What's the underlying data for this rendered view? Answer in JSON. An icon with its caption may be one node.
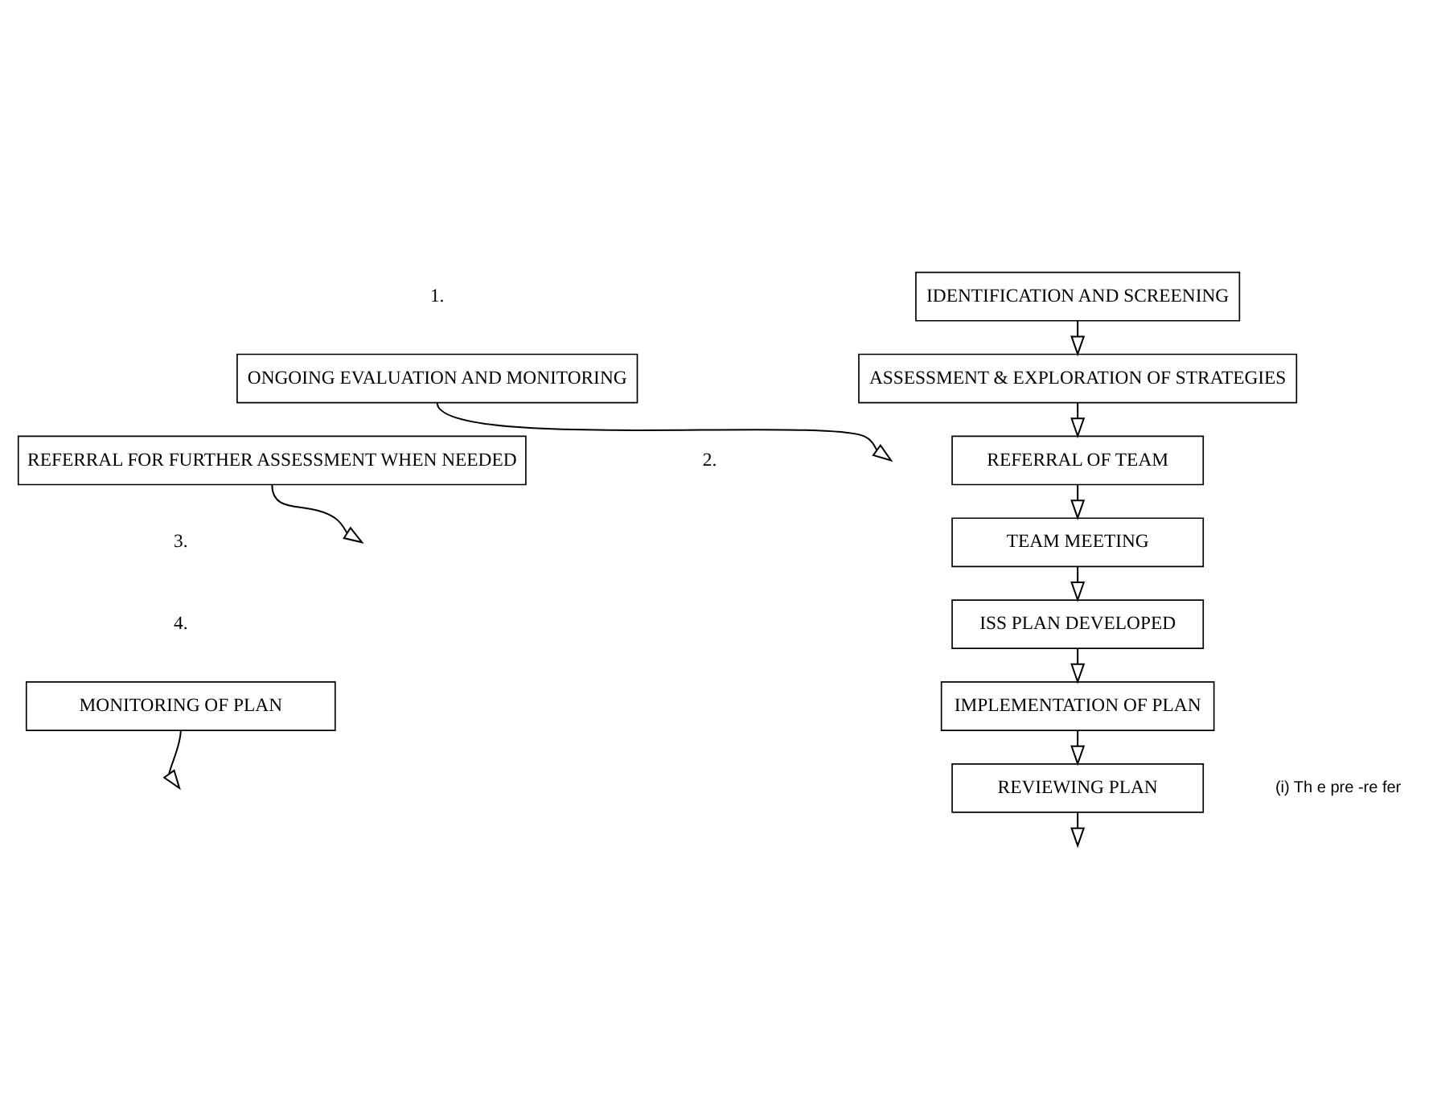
{
  "diagram": {
    "nodes": [
      {
        "text": [
          "ONGOING EVALUATION AND MONITORING"
        ]
      },
      {
        "text": [
          "REFERRAL FOR FURTHER ASSESSMENT WHEN NEEDED"
        ]
      },
      {
        "text": [
          "MONITORING OF PLAN"
        ]
      },
      {
        "text": [
          "IDENTIFICATION AND SCREENING"
        ]
      },
      {
        "text": [
          "ASSESSMENT & EXPLORATION OF STRATEGIES"
        ]
      },
      {
        "text": [
          "REFERRAL OF TEAM"
        ]
      },
      {
        "text": [
          "TEAM MEETING"
        ]
      },
      {
        "text": [
          "ISS PLAN DEVELOPED"
        ]
      },
      {
        "text": [
          "IMPLEMENTATION OF PLAN"
        ]
      },
      {
        "text": [
          "REVIEWING PLAN"
        ]
      }
    ],
    "edges": [
      {
        "from": 0,
        "to": null,
        "arrow": "to"
      },
      {
        "from": 3,
        "to": 4,
        "arrow": "to"
      },
      {
        "from": 4,
        "to": 5,
        "arrow": "to"
      },
      {
        "from": 5,
        "to": 6,
        "arrow": "to"
      },
      {
        "from": 1,
        "to": null,
        "arrow": "to"
      },
      {
        "from": 6,
        "to": 7,
        "arrow": "to"
      },
      {
        "from": 7,
        "to": 8,
        "arrow": "to"
      },
      {
        "from": 2,
        "to": null,
        "arrow": "to"
      },
      {
        "from": 8,
        "to": 9,
        "arrow": "to"
      },
      {
        "from": 9,
        "to": null,
        "arrow": "to"
      }
    ],
    "labels": [
      "1.",
      "2.",
      "3.",
      "4.",
      "(i) Th e pre -re fer"
    ]
  }
}
